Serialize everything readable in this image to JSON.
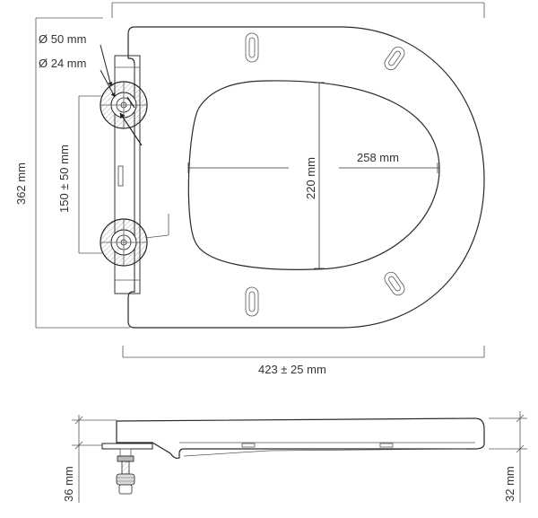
{
  "dimensions": {
    "hole_outer": "Ø 50 mm",
    "hole_inner": "Ø 24 mm",
    "total_length": "362 mm",
    "hinge_spacing": "150 ± 50 mm",
    "opening_length": "220 mm",
    "opening_width": "258 mm",
    "total_width": "423 ± 25 mm",
    "hinge_height": "36 mm",
    "seat_height": "32 mm"
  },
  "colors": {
    "stroke": "#2a2a2a",
    "hatch": "#666666",
    "text": "#333333"
  }
}
